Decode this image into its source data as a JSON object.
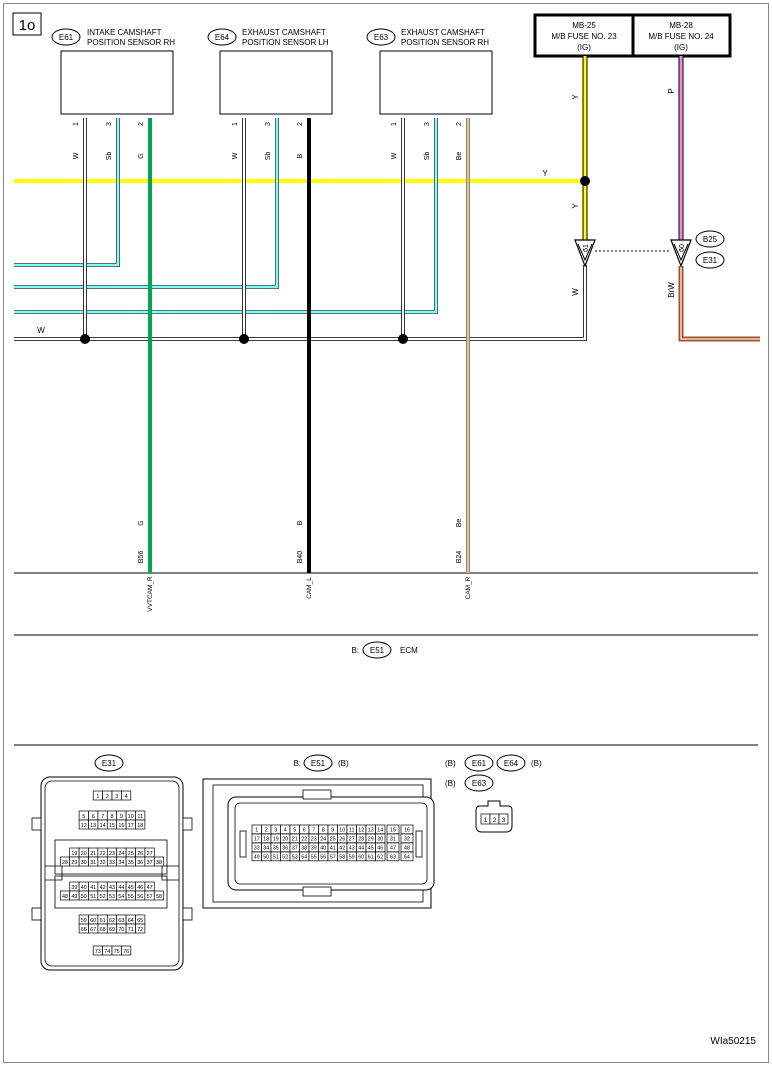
{
  "page_number": "1o",
  "figure_id": "WIa50215",
  "colors": {
    "Y": "#ffff00",
    "W": "#ffffff",
    "Sb": "#7fffff",
    "G": "#00a651",
    "B": "#000000",
    "Be": "#d9c0a0",
    "P": "#ee88dd",
    "BrW": "#a0522d"
  },
  "fuses": [
    {
      "line1": "MB-25",
      "line2": "M/B FUSE NO. 23",
      "line3": "(IG)"
    },
    {
      "line1": "MB-28",
      "line2": "M/B FUSE NO. 24",
      "line3": "(IG)"
    }
  ],
  "sensors": [
    {
      "id": "E61",
      "name1": "INTAKE CAMSHAFT",
      "name2": "POSITION SENSOR RH",
      "pins": [
        "1",
        "3",
        "2"
      ],
      "colors": [
        "W",
        "Sb",
        "G"
      ]
    },
    {
      "id": "E64",
      "name1": "EXHAUST CAMSHAFT",
      "name2": "POSITION SENSOR LH",
      "pins": [
        "1",
        "3",
        "2"
      ],
      "colors": [
        "W",
        "Sb",
        "B"
      ]
    },
    {
      "id": "E63",
      "name1": "EXHAUST CAMSHAFT",
      "name2": "POSITION SENSOR RH",
      "pins": [
        "1",
        "3",
        "2"
      ],
      "colors": [
        "W",
        "Sb",
        "Be"
      ]
    }
  ],
  "wire_labels": {
    "y_feed_top": "Y",
    "y_bus": "Y",
    "y_feed_low": "Y",
    "w_after_connector": "W",
    "w_bus": "W",
    "p_feed": "P",
    "brw": "BrW"
  },
  "harness_connectors": [
    {
      "pin": "61",
      "note": "Y to W"
    },
    {
      "pin": "60",
      "note": "P to BrW"
    }
  ],
  "connector_refs": [
    "B25",
    "E31"
  ],
  "ecm_pins": [
    {
      "wire_color": "G",
      "pin": "B56",
      "signal": "VVTCAM_R"
    },
    {
      "wire_color": "B",
      "pin": "B40",
      "signal": "CAM_L"
    },
    {
      "wire_color": "Be",
      "pin": "B24",
      "signal": "CAM_R"
    }
  ],
  "ecm": {
    "prefix": "B:",
    "id": "E51",
    "name": "ECM"
  },
  "connector_views": {
    "e31": {
      "id": "E31",
      "rows": [
        [
          "1",
          "2",
          "3",
          "4"
        ],
        [
          "5",
          "6",
          "7",
          "8",
          "9",
          "10",
          "11"
        ],
        [
          "12",
          "13",
          "14",
          "15",
          "16",
          "17",
          "18"
        ],
        [
          "19",
          "20",
          "21",
          "22",
          "23",
          "24",
          "25",
          "26",
          "27"
        ],
        [
          "28",
          "29",
          "30",
          "31",
          "32",
          "33",
          "34",
          "35",
          "36",
          "37",
          "38"
        ],
        [
          "39",
          "40",
          "41",
          "42",
          "43",
          "44",
          "45",
          "46",
          "47"
        ],
        [
          "48",
          "49",
          "50",
          "51",
          "52",
          "53",
          "54",
          "55",
          "56",
          "57",
          "58"
        ],
        [
          "59",
          "60",
          "61",
          "62",
          "63",
          "64",
          "65"
        ],
        [
          "66",
          "67",
          "68",
          "69",
          "70",
          "71",
          "72"
        ],
        [
          "73",
          "74",
          "75",
          "76"
        ]
      ]
    },
    "e51": {
      "prefix": "B:",
      "id": "E51",
      "suffix": "(B)",
      "rows_main": [
        [
          "1",
          "2",
          "3",
          "4",
          "5",
          "6",
          "7",
          "8",
          "9",
          "10",
          "11",
          "12",
          "13",
          "14"
        ],
        [
          "17",
          "18",
          "19",
          "20",
          "21",
          "22",
          "23",
          "24",
          "25",
          "26",
          "27",
          "28",
          "29",
          "30"
        ],
        [
          "33",
          "34",
          "35",
          "36",
          "37",
          "38",
          "39",
          "40",
          "41",
          "42",
          "43",
          "44",
          "45",
          "46"
        ],
        [
          "49",
          "50",
          "51",
          "52",
          "53",
          "54",
          "55",
          "56",
          "57",
          "58",
          "59",
          "60",
          "61",
          "62"
        ]
      ],
      "rows_side": [
        [
          "15",
          "16"
        ],
        [
          "31",
          "32"
        ],
        [
          "47",
          "48"
        ],
        [
          "63",
          "64"
        ]
      ]
    },
    "sensor_conn": {
      "row1_prefix": "(B)",
      "row1_ids": [
        "E61",
        "E64"
      ],
      "row1_suffix": "(B)",
      "row2_prefix": "(B)",
      "row2_ids": [
        "E63"
      ],
      "pins": [
        "1",
        "2",
        "3"
      ]
    }
  }
}
